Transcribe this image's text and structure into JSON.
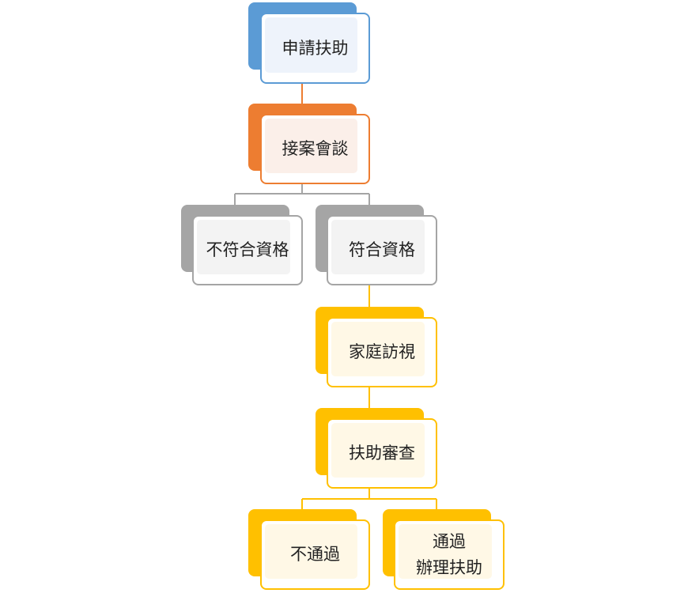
{
  "diagram": {
    "nodes": {
      "apply": {
        "label": "申請扶助"
      },
      "intake": {
        "label": "接案會談"
      },
      "ineligible": {
        "label": "不符合資格"
      },
      "eligible": {
        "label": "符合資格"
      },
      "home_visit": {
        "label": "家庭訪視"
      },
      "review": {
        "label": "扶助審查"
      },
      "rejected": {
        "label": "不通過"
      },
      "approved": {
        "line1": "通過",
        "line2": "辦理扶助"
      }
    },
    "colors": {
      "blue": "#5b9bd5",
      "orange": "#ed7d31",
      "gray": "#a5a5a5",
      "gold": "#ffc000"
    }
  }
}
